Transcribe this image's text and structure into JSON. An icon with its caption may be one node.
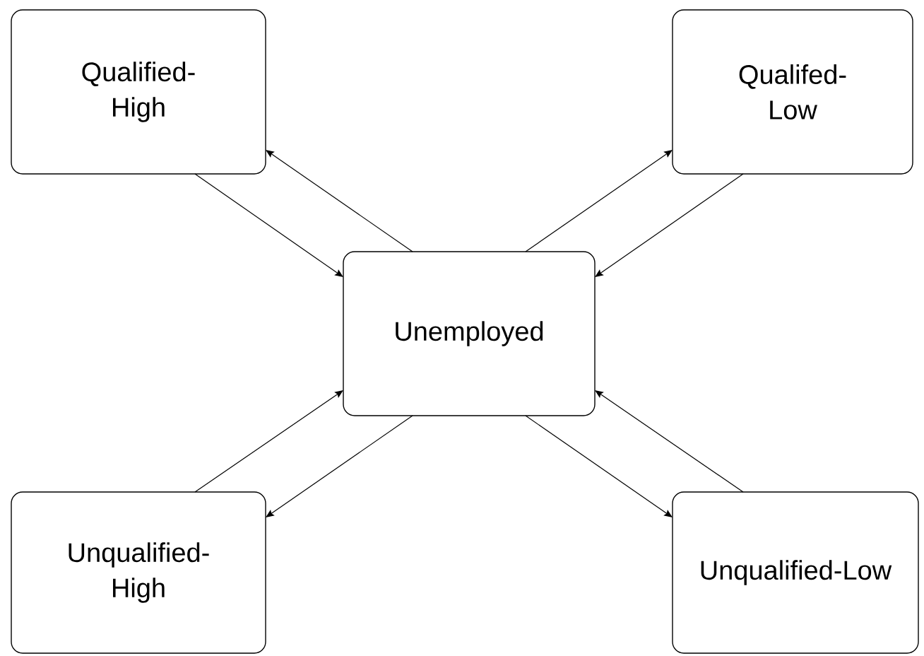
{
  "diagram": {
    "nodes": [
      {
        "text": [
          "Qualified-High"
        ]
      },
      {
        "text": [
          "Qualifed-Low"
        ]
      },
      {
        "text": [
          "Unemployed"
        ]
      },
      {
        "text": [
          "Unqualified-High"
        ]
      },
      {
        "text": [
          "Unqualified-Low"
        ]
      }
    ],
    "edges": [
      {
        "from": 0,
        "to": 2,
        "arrow": "to"
      },
      {
        "from": 2,
        "to": 0,
        "arrow": "to"
      },
      {
        "from": 2,
        "to": 1,
        "arrow": "to"
      },
      {
        "from": 1,
        "to": 2,
        "arrow": "to"
      },
      {
        "from": 3,
        "to": 2,
        "arrow": "to"
      },
      {
        "from": 2,
        "to": 3,
        "arrow": "to"
      },
      {
        "from": 2,
        "to": 4,
        "arrow": "to"
      },
      {
        "from": 4,
        "to": 2,
        "arrow": "to"
      }
    ]
  }
}
